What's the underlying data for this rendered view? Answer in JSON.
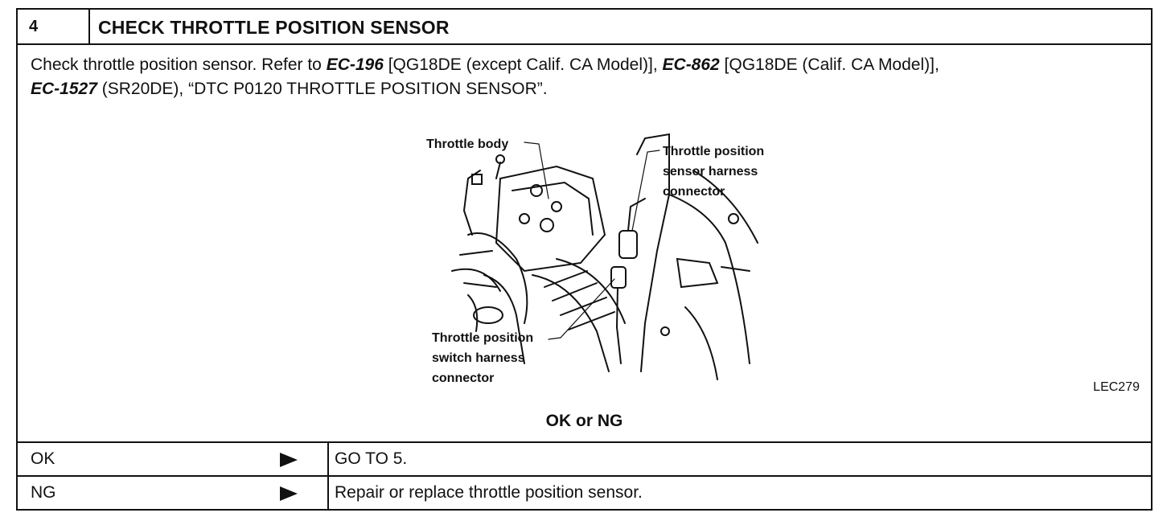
{
  "header": {
    "step": "4",
    "title": "CHECK THROTTLE POSITION SENSOR"
  },
  "description": {
    "p1": "Check throttle position sensor. Refer to ",
    "ref1": "EC-196",
    "p2": " [QG18DE (except Calif. CA Model)], ",
    "ref2": "EC-862",
    "p3": " [QG18DE (Calif. CA Model)],",
    "ref3": "EC-1527",
    "p4": " (SR20DE), “DTC P0120 THROTTLE POSITION SENSOR”."
  },
  "figure": {
    "label_throttle_body": "Throttle body",
    "label_tps_sensor": "Throttle position\nsensor harness\nconnector",
    "label_tps_switch": "Throttle position\nswitch harness\nconnector",
    "code": "LEC279"
  },
  "result_heading": "OK or NG",
  "rows": [
    {
      "result": "OK",
      "action": "GO TO 5."
    },
    {
      "result": "NG",
      "action": "Repair or replace throttle position sensor."
    }
  ]
}
